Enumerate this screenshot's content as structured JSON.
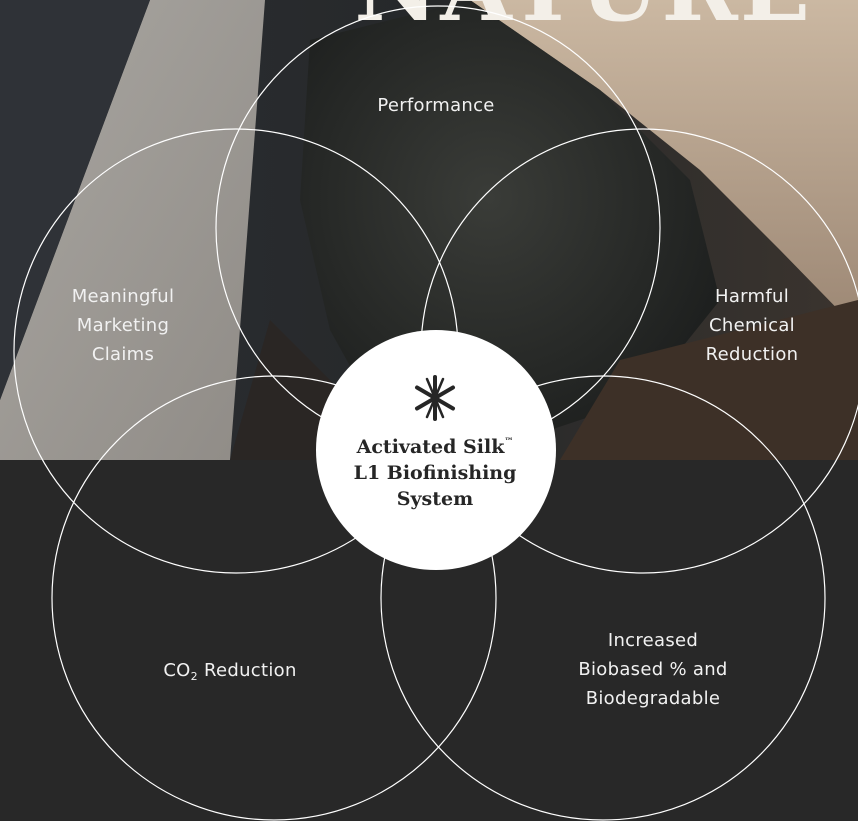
{
  "headline": "NATURE",
  "center": {
    "line1": "Activated Silk",
    "trademark": "™",
    "line2": "L1 Biofinishing",
    "line3": "System",
    "icon": "asterisk-icon"
  },
  "circles": {
    "performance": "Performance",
    "marketing": [
      "Meaningful",
      "Marketing",
      "Claims"
    ],
    "chemical": [
      "Harmful",
      "Chemical",
      "Reduction"
    ],
    "co2": {
      "prefix": "CO",
      "subscript": "2",
      "suffix": " Reduction"
    },
    "biobased": [
      "Increased",
      "Biobased % and",
      "Biodegradable"
    ]
  },
  "colors": {
    "background_dark": "#282828",
    "lines": "#ffffff",
    "center_fill": "#ffffff",
    "text_light": "#f1f1f1",
    "text_dark": "#262626"
  }
}
